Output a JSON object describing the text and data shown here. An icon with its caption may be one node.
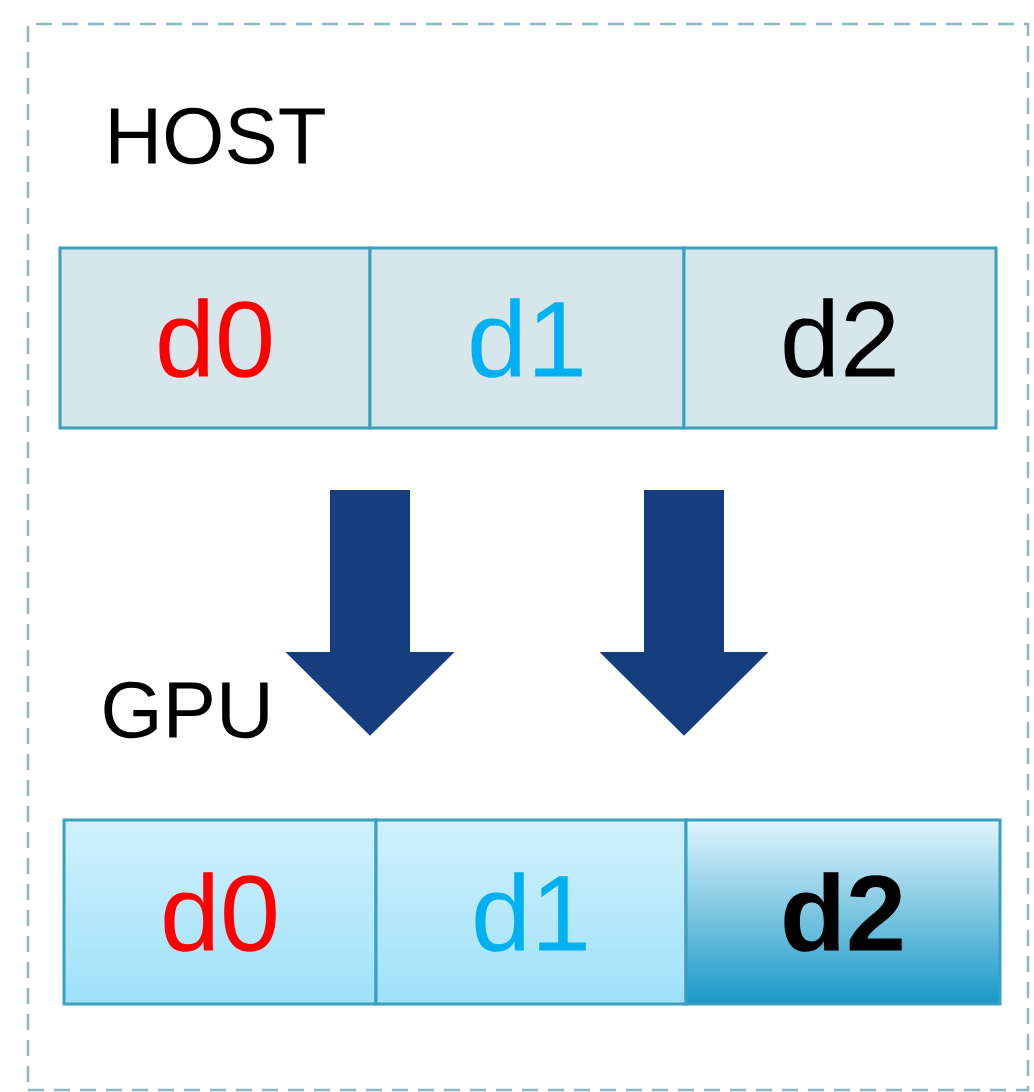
{
  "diagram": {
    "nodes": [
      {
        "text": [],
        "shape": "box"
      },
      {
        "text": [
          "d0"
        ],
        "in": 0
      },
      {
        "text": [
          "d1"
        ],
        "in": 0
      },
      {
        "text": [
          "d2"
        ],
        "in": 0
      },
      {
        "text": [
          "d0"
        ],
        "in": 0
      },
      {
        "text": [
          "d1"
        ],
        "in": 0
      },
      {
        "text": [
          "d2"
        ],
        "in": 0
      }
    ],
    "edges": [
      {
        "from": 1,
        "to": 4,
        "arrow": "to"
      },
      {
        "from": 2,
        "to": 5,
        "arrow": "to"
      }
    ],
    "labels": [
      "HOST",
      "GPU"
    ]
  }
}
